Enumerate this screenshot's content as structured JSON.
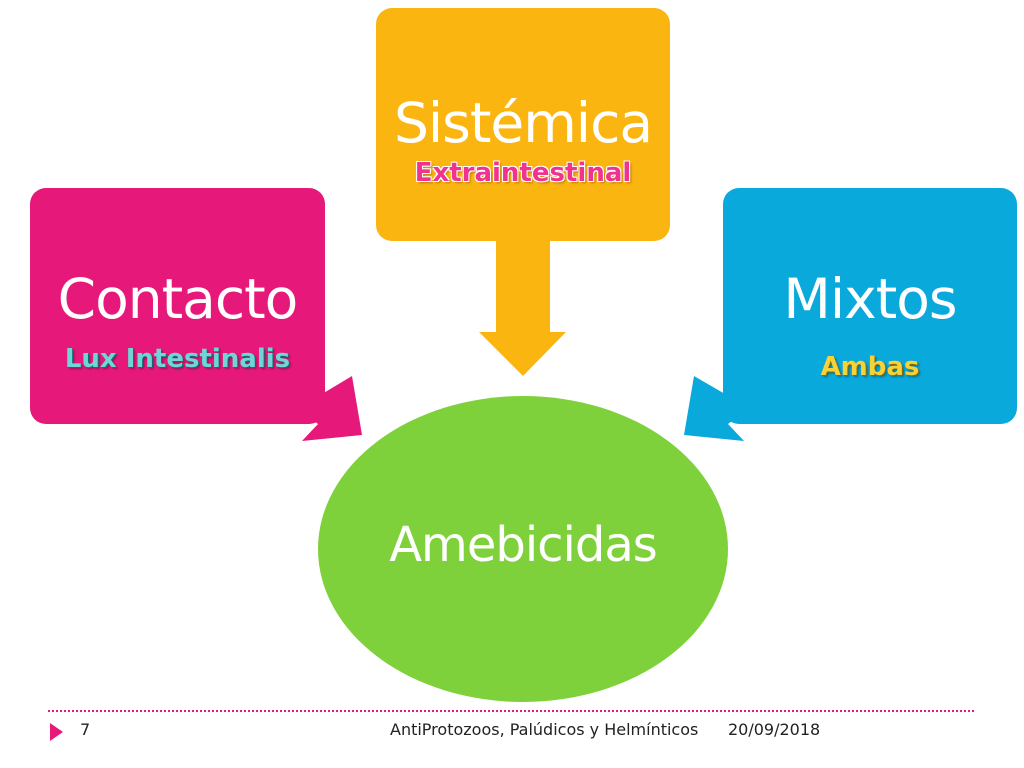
{
  "diagram": {
    "center": {
      "label": "Amebicidas",
      "color": "#7fd13b"
    },
    "nodes": [
      {
        "id": "contacto",
        "title": "Contacto",
        "subtitle": "Lux Intestinalis",
        "color": "#e6197a"
      },
      {
        "id": "sistemica",
        "title": "Sistémica",
        "subtitle": "Extraintestinal",
        "color": "#fbb511"
      },
      {
        "id": "mixtos",
        "title": "Mixtos",
        "subtitle": "Ambas",
        "color": "#0aa9dc"
      }
    ]
  },
  "footer": {
    "page_number": "7",
    "title": "AntiProtozoos, Palúdicos y Helmínticos",
    "date": "20/09/2018",
    "accent_color": "#e6197a"
  }
}
